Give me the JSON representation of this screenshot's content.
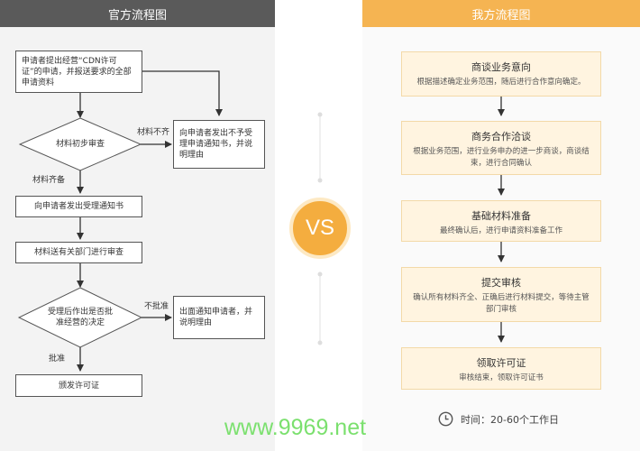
{
  "official": {
    "header": "官方流程图",
    "nodes": {
      "apply": "申请者提出经营“CDN许可证”的申请，并报送要求的全部申请资料",
      "review": "材料初步审查",
      "reject_notice": "向申请者发出不予受理申请通知书，并说明理由",
      "accept_notice": "向申请者发出受理通知书",
      "send_review": "材料送有关部门进行审查",
      "decide": "受理后作出是否批准经营的决定",
      "notify_reason": "出面通知申请者，并说明理由",
      "issue": "颁发许可证"
    },
    "labels": {
      "incomplete": "材料不齐",
      "complete": "材料齐备",
      "not_approved": "不批准",
      "approved": "批准"
    }
  },
  "ours": {
    "header": "我方流程图",
    "steps": [
      {
        "title": "商谈业务意向",
        "desc": "根据描述确定业务范围，随后进行合作意向确定。"
      },
      {
        "title": "商务合作洽谈",
        "desc": "根据业务范围，进行业务申办的进一步商谈，商谈结束，进行合同确认"
      },
      {
        "title": "基础材料准备",
        "desc": "最终确认后，进行申请资料准备工作"
      },
      {
        "title": "提交审核",
        "desc": "确认所有材料齐全、正确后进行材料提交，等待主管部门审核"
      },
      {
        "title": "领取许可证",
        "desc": "审核结束，领取许可证书"
      }
    ],
    "time": "时间：20-60个工作日"
  },
  "vs": "VS",
  "website": "www.9969.net"
}
